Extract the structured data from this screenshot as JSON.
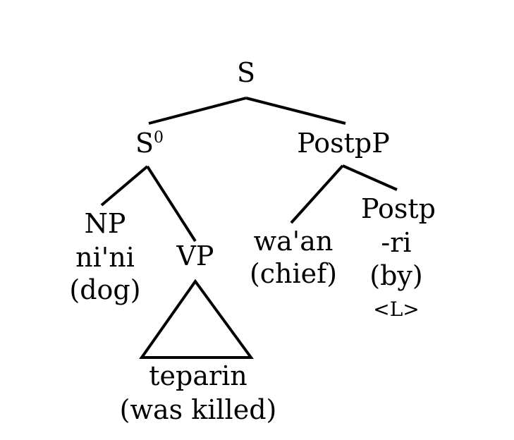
{
  "tree": {
    "root": {
      "label": "S"
    },
    "s0": {
      "label": "S",
      "superscript": "0"
    },
    "postpp": {
      "label": "PostpP"
    },
    "np": {
      "label": "NP",
      "word": "ni'ni",
      "gloss": "(dog)"
    },
    "vp": {
      "label": "VP",
      "word": "teparin",
      "gloss": "(was killed)"
    },
    "waan": {
      "word": "wa'an",
      "gloss": "(chief)"
    },
    "postp": {
      "label": "Postp",
      "word": "-ri",
      "gloss": "(by)",
      "note": "<L>"
    }
  }
}
